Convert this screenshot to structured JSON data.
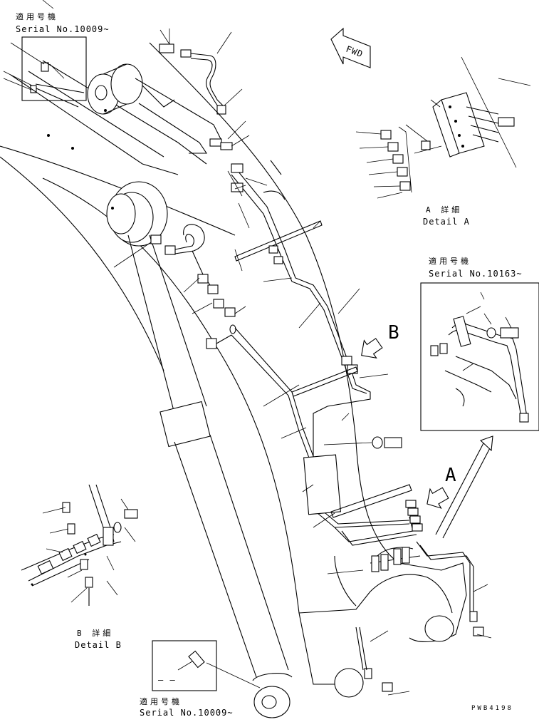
{
  "labels": {
    "serial_top_jp": "適用号機",
    "serial_top": "Serial No.10009~",
    "fwd": "FWD",
    "detail_a_jp": "A 詳細",
    "detail_a": "Detail A",
    "serial_right_jp": "適用号機",
    "serial_right": "Serial No.10163~",
    "view_b": "B",
    "view_a": "A",
    "detail_b_jp": "B 詳細",
    "detail_b": "Detail B",
    "serial_bottom_jp": "適用号機",
    "serial_bottom": "Serial No.10009~",
    "inset_dash": "– –",
    "drawing_code": "PWB4198"
  }
}
